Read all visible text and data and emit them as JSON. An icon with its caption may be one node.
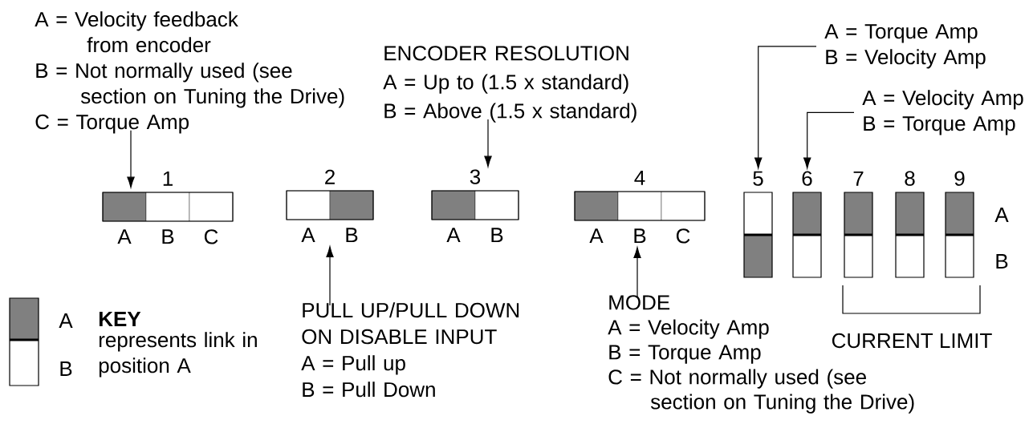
{
  "diagram": {
    "nodes": [
      {
        "text": [
          "A = Velocity feedback from encoder",
          "B = Not normally used (see section on Tuning the Drive)",
          "C = Torque Amp"
        ]
      },
      {
        "text": [
          "1"
        ],
        "beside": [
          "A",
          "B",
          "C"
        ]
      },
      {
        "text": [
          "2"
        ],
        "beside": [
          "A",
          "B"
        ]
      },
      {
        "text": [
          "ENCODER RESOLUTION",
          "A = Up to (1.5 x standard)",
          "B = Above (1.5 x standard)"
        ]
      },
      {
        "text": [
          "3"
        ],
        "beside": [
          "A",
          "B"
        ]
      },
      {
        "text": [
          "4"
        ],
        "beside": [
          "A",
          "B",
          "C"
        ]
      },
      {
        "text": [
          "A = Torque Amp",
          "B = Velocity Amp"
        ]
      },
      {
        "text": [
          "5"
        ]
      },
      {
        "text": [
          "A = Velocity Amp",
          "B = Torque Amp"
        ]
      },
      {
        "text": [
          "6"
        ]
      },
      {
        "text": [
          "7"
        ]
      },
      {
        "text": [
          "8"
        ]
      },
      {
        "text": [
          "9"
        ]
      },
      {
        "text": [
          "PULL UP/PULL DOWN ON DISABLE INPUT",
          "A = Pull up",
          "B = Pull Down"
        ]
      },
      {
        "text": [
          "MODE",
          "A = Velocity Amp",
          "B = Torque Amp",
          "C = Not normally used (see section on Tuning the Drive)"
        ]
      }
    ],
    "edges": [
      {
        "from": 0,
        "to": 1,
        "arrow": "to"
      },
      {
        "from": 3,
        "to": 4,
        "arrow": "to"
      },
      {
        "from": 6,
        "to": 7,
        "arrow": "to"
      },
      {
        "from": 8,
        "to": 9,
        "arrow": "to"
      },
      {
        "from": 13,
        "to": 2,
        "arrow": "to"
      },
      {
        "from": 14,
        "to": 5,
        "arrow": "to"
      }
    ],
    "labels": [
      "A",
      "B",
      "CURRENT LIMIT",
      "A",
      "KEY",
      "represents link in position A",
      "B"
    ]
  }
}
